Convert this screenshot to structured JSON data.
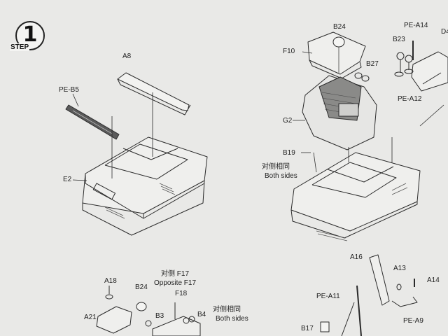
{
  "step": {
    "number": "1",
    "word": "STEP"
  },
  "labels": {
    "a8": "A8",
    "pe_b5": "PE-B5",
    "e2": "E2",
    "b24_top": "B24",
    "f10": "F10",
    "b27": "B27",
    "g2": "G2",
    "b19": "B19",
    "both_cn": "对侧相同",
    "both_en": "Both sides",
    "b23": "B23",
    "pe_a14": "PE-A14",
    "d4": "D4",
    "pe_a12": "PE-A12",
    "a18": "A18",
    "b24_low": "B24",
    "opp_cn": "对侧 F17",
    "opp_en": "Opposite F17",
    "f18": "F18",
    "a21": "A21",
    "b3": "B3",
    "b4": "B4",
    "both2_cn": "对侧相同",
    "both2_en": "Both sides",
    "a16": "A16",
    "a13": "A13",
    "a14": "A14",
    "pe_a11": "PE-A11",
    "pe_a9": "PE-A9",
    "b17": "B17"
  }
}
